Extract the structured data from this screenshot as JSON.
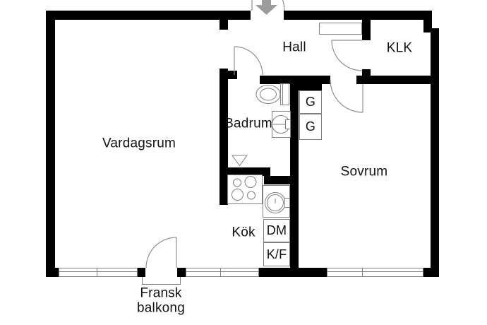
{
  "floorplan": {
    "rooms": {
      "vardagsrum": "Vardagsrum",
      "hall": "Hall",
      "klk": "KLK",
      "badrum": "Badrum",
      "sovrum": "Sovrum",
      "kok": "Kök"
    },
    "fixtures": {
      "wardrobe_1": "G",
      "wardrobe_2": "G",
      "dishwasher": "DM",
      "fridge_freezer": "K/F"
    },
    "balcony": {
      "line1": "Fransk",
      "line2": "balkong"
    },
    "icons": {
      "entrance-arrow-icon": "gray arrow pointing down into entrance",
      "toilet-icon": "toilet with tank",
      "bathroom-sink-icon": "round basin in square",
      "shower-icon": "floor drain triangle",
      "stove-icon": "four burner stove",
      "kitchen-sink-icon": "round sink with tap",
      "door-arc": "door swing arc",
      "window": "double-line window in wall"
    },
    "colors": {
      "wall": "#000000",
      "thin_line": "#808080",
      "arrow": "#9c9c9c",
      "background": "#ffffff",
      "text": "#111111"
    }
  }
}
